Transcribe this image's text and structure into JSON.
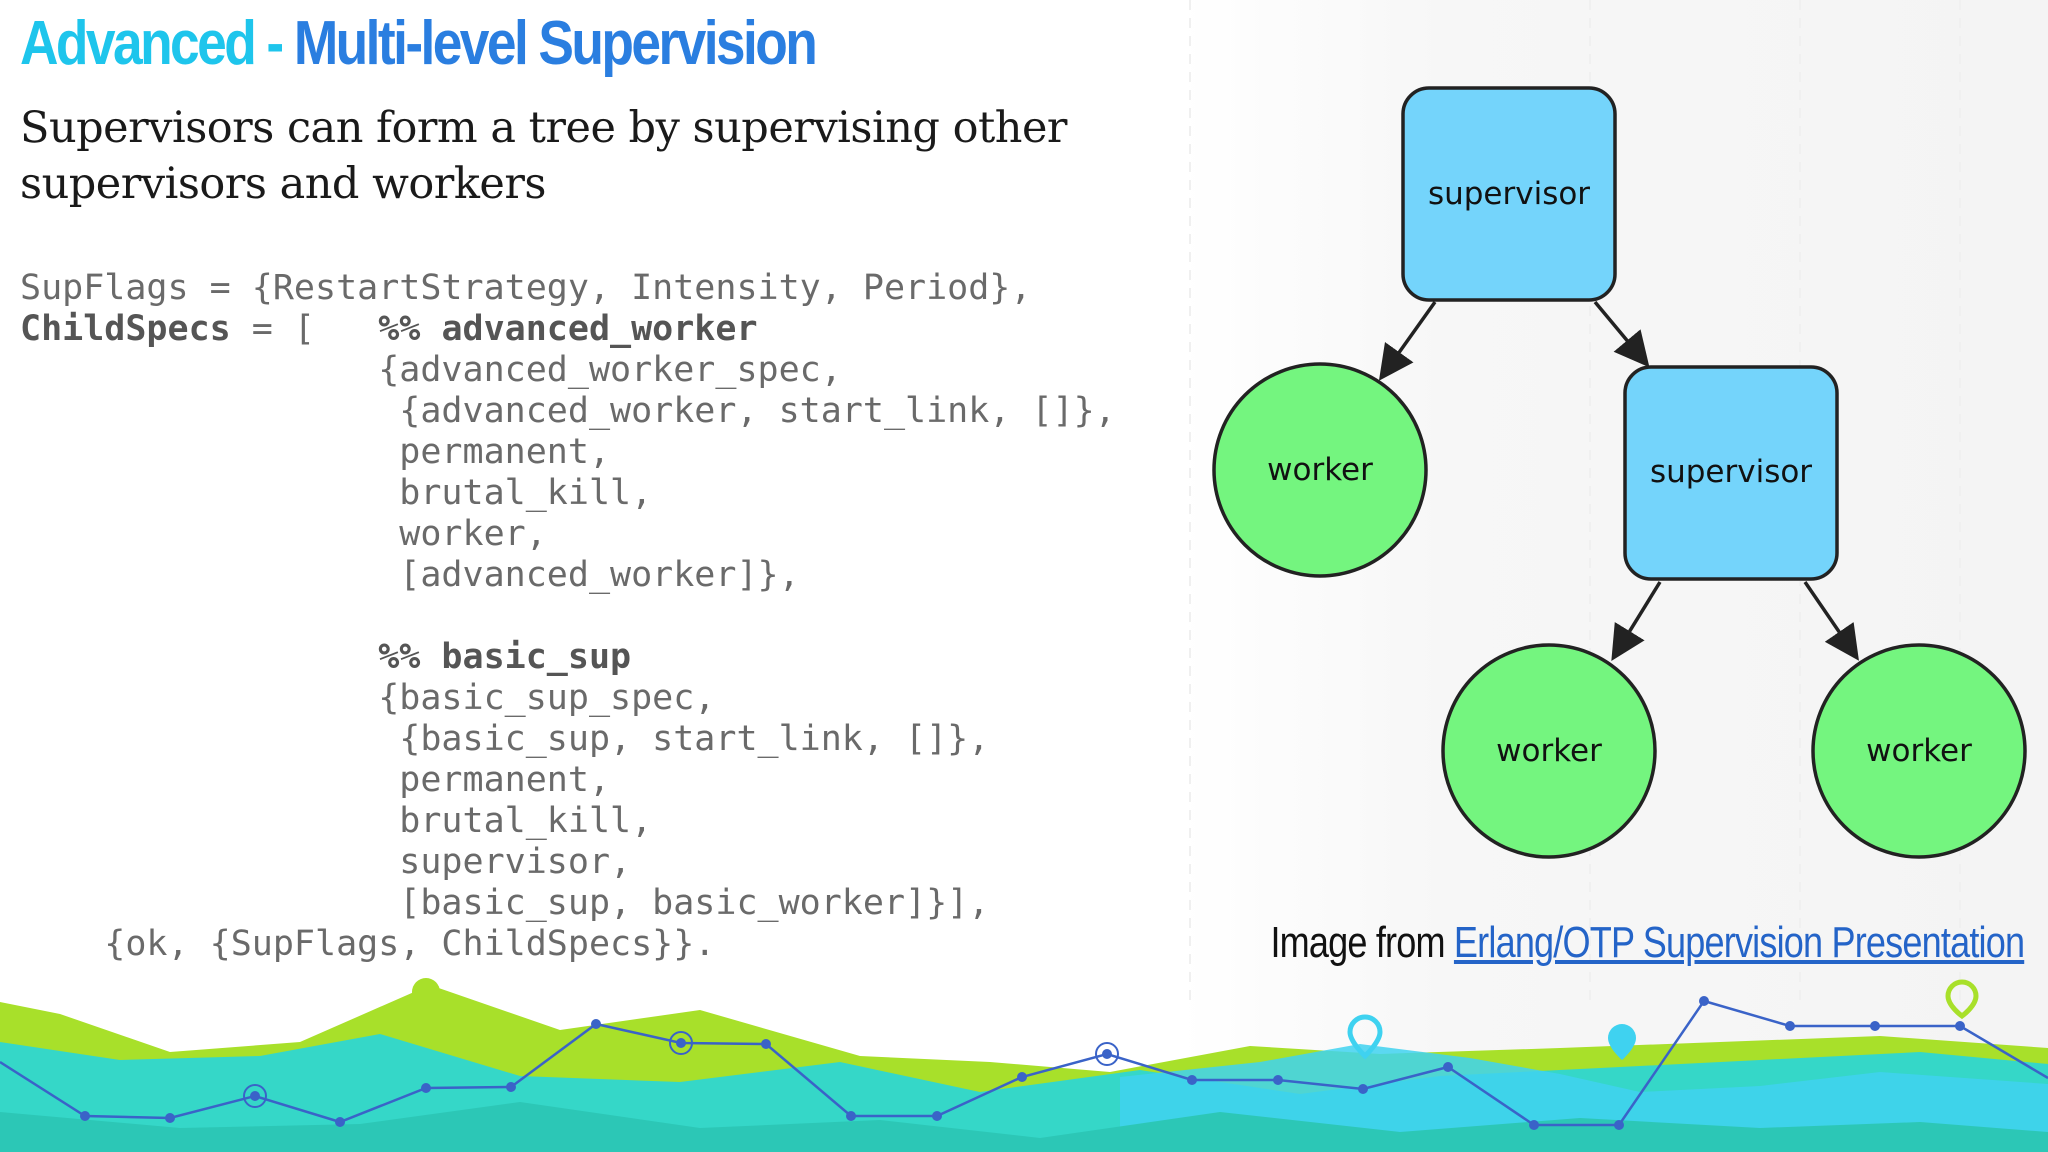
{
  "slide": {
    "title_part1": "Advanced - ",
    "title_part2": "Multi-level Supervision",
    "subtitle": "Supervisors can form a tree by supervising other supervisors and workers"
  },
  "code": {
    "line1": "SupFlags = {RestartStrategy, Intensity, Period},",
    "line2_label": "ChildSpecs",
    "line2_rest": " = [   ",
    "line2_comment": "%% advanced_worker",
    "line3": "                 {advanced_worker_spec,",
    "line4": "                  {advanced_worker, start_link, []},",
    "line5": "                  permanent,",
    "line6": "                  brutal_kill,",
    "line7": "                  worker,",
    "line8": "                  [advanced_worker]},",
    "line9": "",
    "line10_comment": "                 %% basic_sup",
    "line11": "                 {basic_sup_spec,",
    "line12": "                  {basic_sup, start_link, []},",
    "line13": "                  permanent,",
    "line14": "                  brutal_kill,",
    "line15": "                  supervisor,",
    "line16": "                  [basic_sup, basic_worker]}],",
    "line17": "    {ok, {SupFlags, ChildSpecs}}."
  },
  "diagram": {
    "root_label": "supervisor",
    "worker1_label": "worker",
    "sup2_label": "supervisor",
    "worker2_label": "worker",
    "worker3_label": "worker",
    "supervisor_color": "#74d4fb",
    "worker_color": "#74f57f"
  },
  "credit": {
    "prefix": "Image from ",
    "link_text": "Erlang/OTP Supervision Presentation"
  },
  "colors": {
    "title_accent_1": "#1ec5ec",
    "title_accent_2": "#2a7ee0",
    "link": "#2464c8",
    "footer_lime": "#a8e02a",
    "footer_teal": "#2dd6b4",
    "footer_sky": "#3fd2f0",
    "footer_line": "#3a63c8"
  },
  "icons": [
    "location-pin-icon"
  ]
}
